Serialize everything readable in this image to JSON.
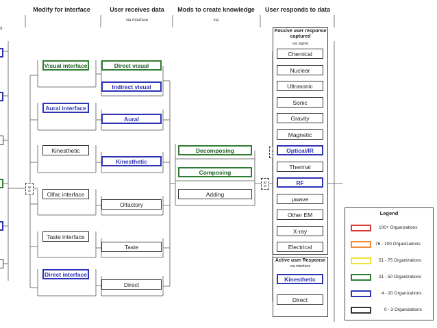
{
  "headers": {
    "modify": "Modify for interface",
    "receives": "User receives data",
    "mods": "Mods to create knowledge",
    "responds": "User responds to data",
    "left_fragment": "s"
  },
  "subheaders": {
    "receives": "via interface",
    "mods": "via"
  },
  "interfaces": [
    "Visual interface",
    "Aural interface",
    "Kinesthetic",
    "Olfac interface",
    "Taste interface",
    "Direct interface"
  ],
  "received": [
    "Direct visual",
    "Indirect visual",
    "Aural",
    "Kinesthetic",
    "Olfactory",
    "Taste",
    "Direct"
  ],
  "mods": [
    "Decomposing",
    "Composing",
    "Adding"
  ],
  "passive": {
    "title": "Passive user response captured",
    "sub": "via signal",
    "items": [
      "Chemical",
      "Nuclear",
      "Ultrasonic",
      "Sonic",
      "Gravity",
      "Magnetic",
      "Optical/IR",
      "Thermal",
      "RF",
      "µwave",
      "Other EM",
      "X-ray",
      "Electrical"
    ]
  },
  "active": {
    "title": "Active user Response",
    "sub": "via interface",
    "items": [
      "Kinesthetic",
      "Direct"
    ]
  },
  "andor": {
    "top": "&/",
    "bottom": "or"
  },
  "legend": {
    "title": "Legend",
    "items": [
      {
        "label": "100+ Organizations",
        "color": "#d93a3a"
      },
      {
        "label": "76 - 100 Organizations",
        "color": "#f08a3c"
      },
      {
        "label": "51 - 75 Organizations",
        "color": "#f2e23a"
      },
      {
        "label": "21 - 50 Organizations",
        "color": "#2e7d32"
      },
      {
        "label": "4 - 20 Organizations",
        "color": "#2c32b5"
      },
      {
        "label": "0 - 3 Organizations",
        "color": "#333333"
      }
    ]
  }
}
